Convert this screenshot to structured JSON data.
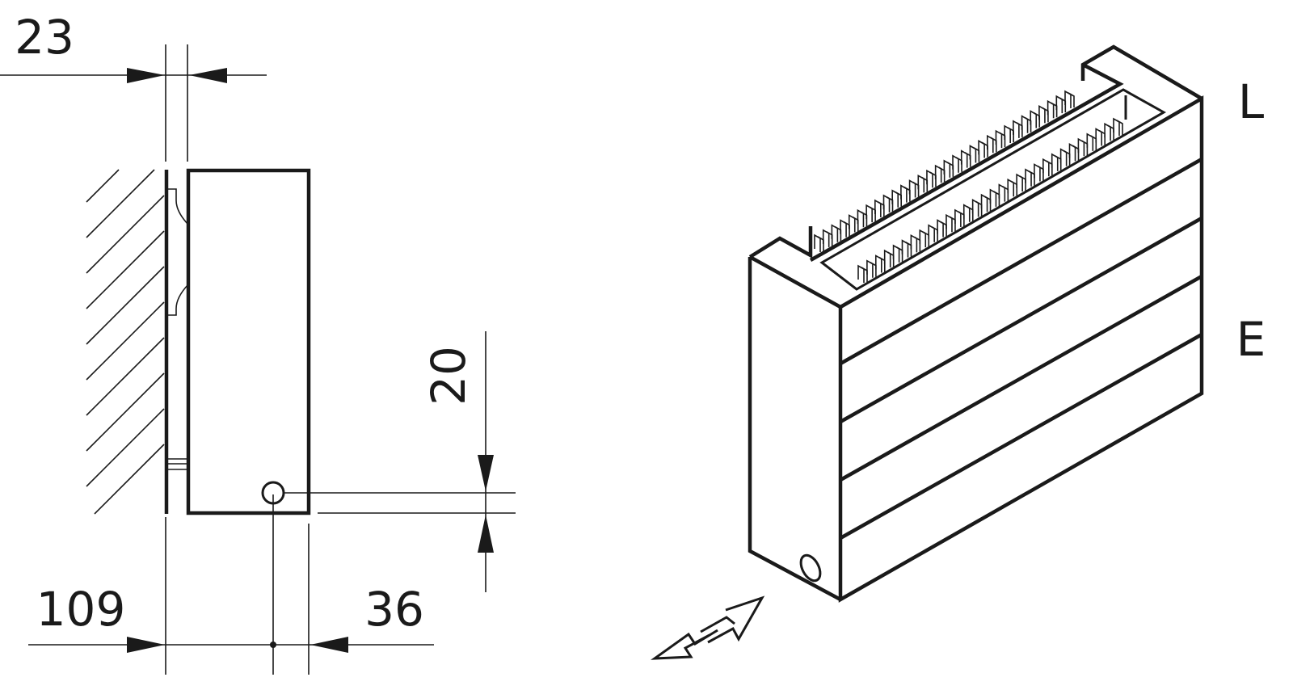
{
  "side_view": {
    "dim_wall_gap": "23",
    "dim_pipe_height": "20",
    "dim_wall_to_pipe": "109",
    "dim_pipe_to_front": "36"
  },
  "iso_view": {
    "label_top": "L",
    "label_side": "E"
  },
  "colors": {
    "line": "#1a1a1a",
    "background": "#ffffff"
  }
}
